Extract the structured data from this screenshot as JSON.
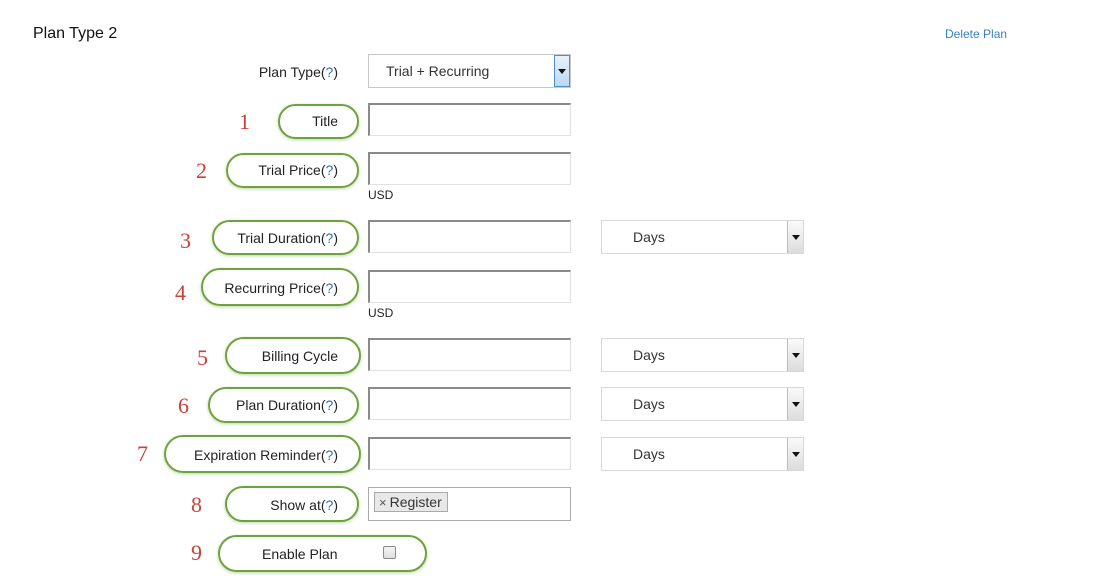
{
  "header": {
    "title": "Plan Type 2",
    "delete_label": "Delete Plan"
  },
  "help_mark": "?",
  "plan_type": {
    "label": "Plan Type",
    "value": "Trial + Recurring"
  },
  "fields": {
    "title": {
      "number": "1",
      "label": "Title"
    },
    "trial_price": {
      "number": "2",
      "label": "Trial Price",
      "unit": "USD"
    },
    "trial_duration": {
      "number": "3",
      "label": "Trial Duration",
      "unit_value": "Days"
    },
    "recurring_price": {
      "number": "4",
      "label": "Recurring Price",
      "unit": "USD"
    },
    "billing_cycle": {
      "number": "5",
      "label": "Billing Cycle",
      "unit_value": "Days"
    },
    "plan_duration": {
      "number": "6",
      "label": "Plan Duration",
      "unit_value": "Days"
    },
    "expiration_reminder": {
      "number": "7",
      "label": "Expiration Reminder",
      "unit_value": "Days"
    },
    "show_at": {
      "number": "8",
      "label": "Show at",
      "tag": "Register",
      "tag_remove": "×"
    },
    "enable_plan": {
      "number": "9",
      "label": "Enable Plan",
      "checked": false
    }
  },
  "colors": {
    "callout": "#6ea23e",
    "number": "#c9413a",
    "help": "#2a6fb8",
    "link": "#3a7fc1"
  }
}
